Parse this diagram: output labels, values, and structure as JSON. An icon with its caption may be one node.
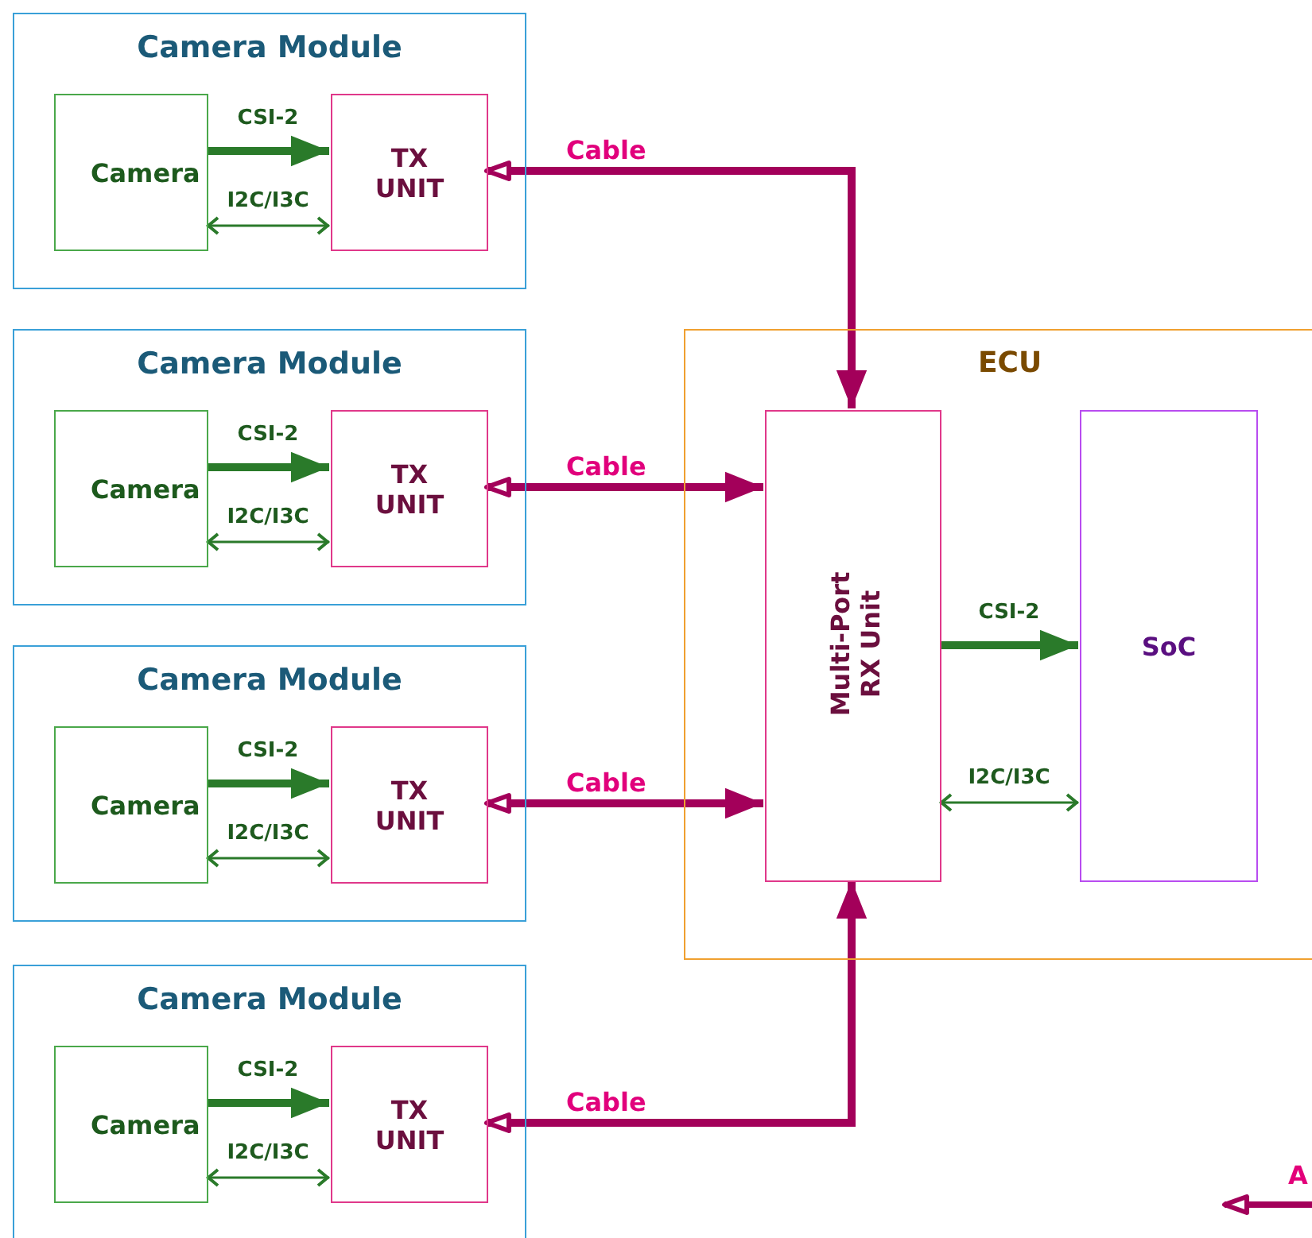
{
  "diagram": {
    "nodes": [
      {
        "text": [
          "Camera Module"
        ]
      },
      {
        "text": [
          "Camera"
        ],
        "in": 0
      },
      {
        "text": [
          "TX UNIT"
        ],
        "in": 0
      },
      {
        "text": [
          "Camera Module"
        ]
      },
      {
        "text": [
          "Camera"
        ],
        "in": 3
      },
      {
        "text": [
          "TX UNIT"
        ],
        "in": 3
      },
      {
        "text": [
          "Camera Module"
        ]
      },
      {
        "text": [
          "Camera"
        ],
        "in": 6
      },
      {
        "text": [
          "TX UNIT"
        ],
        "in": 6
      },
      {
        "text": [
          "Camera Module"
        ]
      },
      {
        "text": [
          "Camera"
        ],
        "in": 9
      },
      {
        "text": [
          "TX UNIT"
        ],
        "in": 9
      },
      {
        "text": [
          "ECU"
        ]
      },
      {
        "text": [
          "Multi-Port RX Unit"
        ],
        "in": 12
      },
      {
        "text": [
          "SoC"
        ],
        "in": 12
      }
    ],
    "edges": [
      {
        "from": 1,
        "to": 2,
        "arrow": "to",
        "label": "CSI-2"
      },
      {
        "from": 1,
        "to": 2,
        "arrow": "both",
        "label": "I2C/I3C"
      },
      {
        "from": 2,
        "to": 13,
        "arrow": "both",
        "label": "Cable",
        "color": "#a3005a"
      },
      {
        "from": 4,
        "to": 5,
        "arrow": "to",
        "label": "CSI-2"
      },
      {
        "from": 4,
        "to": 5,
        "arrow": "both",
        "label": "I2C/I3C"
      },
      {
        "from": 5,
        "to": 13,
        "arrow": "both",
        "label": "Cable",
        "color": "#a3005a"
      },
      {
        "from": 7,
        "to": 8,
        "arrow": "to",
        "label": "CSI-2"
      },
      {
        "from": 7,
        "to": 8,
        "arrow": "both",
        "label": "I2C/I3C"
      },
      {
        "from": 8,
        "to": 13,
        "arrow": "both",
        "label": "Cable",
        "color": "#a3005a"
      },
      {
        "from": 10,
        "to": 11,
        "arrow": "to",
        "label": "CSI-2"
      },
      {
        "from": 10,
        "to": 11,
        "arrow": "both",
        "label": "I2C/I3C"
      },
      {
        "from": 11,
        "to": 13,
        "arrow": "both",
        "label": "Cable",
        "color": "#a3005a"
      },
      {
        "from": 13,
        "to": 14,
        "arrow": "to",
        "label": "CSI-2"
      },
      {
        "from": 13,
        "to": 14,
        "arrow": "both",
        "label": "I2C/I3C"
      }
    ],
    "labels": [
      "A"
    ]
  }
}
